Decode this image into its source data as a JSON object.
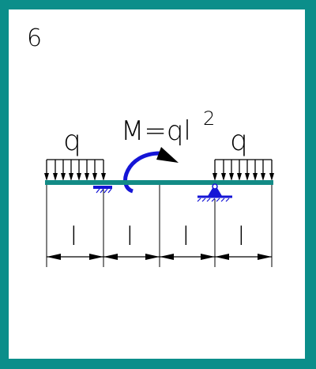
{
  "figure": {
    "number": "6",
    "moment_label": "M=ql",
    "moment_exponent": "2",
    "left_load_label": "q",
    "right_load_label": "q",
    "span_labels": [
      "l",
      "l",
      "l",
      "l"
    ]
  },
  "colors": {
    "frame": "#0b8e8a",
    "beam": "#138b86",
    "support": "#1515d6",
    "ink": "#000000"
  }
}
